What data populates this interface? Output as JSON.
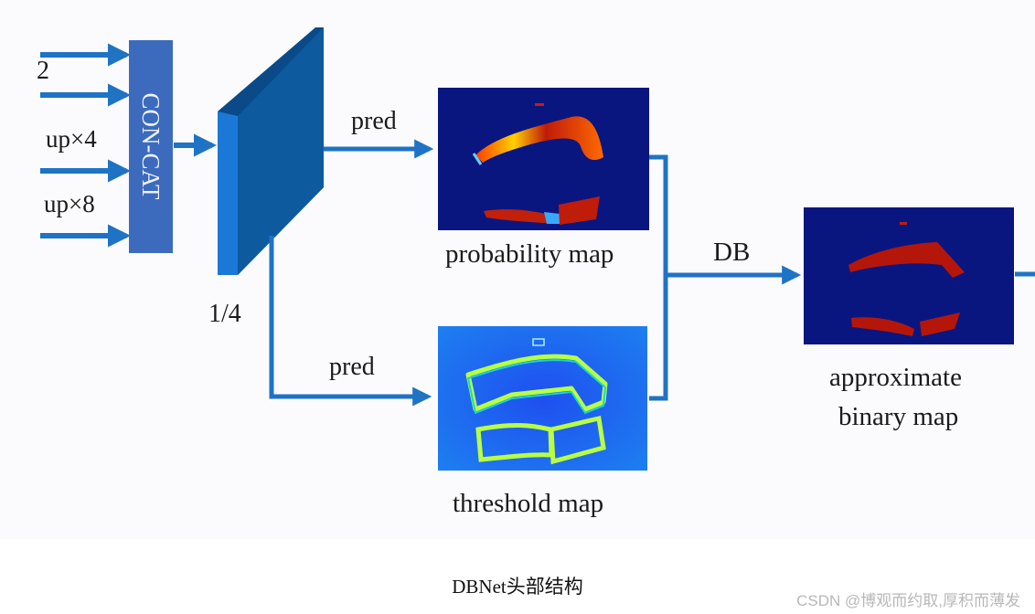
{
  "diagram": {
    "inputs": [
      {
        "label": "2"
      },
      {
        "label": ""
      },
      {
        "label": "up×4"
      },
      {
        "label": "up×8"
      }
    ],
    "concat_label": "CON-CAT",
    "feature_scale": "1/4",
    "branches": {
      "prob_pred": "pred",
      "thresh_pred": "pred"
    },
    "maps": {
      "probability": "probability map",
      "threshold": "threshold map",
      "binary_line1": "approximate",
      "binary_line2": "binary map"
    },
    "db_label": "DB"
  },
  "caption": "DBNet头部结构",
  "watermark": "CSDN @博观而约取,厚积而薄发",
  "colors": {
    "arrow": "#1f73c4",
    "concat_box": "#3c6bbd",
    "feature_block": "#0d5699",
    "map_background": "#0a1680",
    "heat_red": "#b5160a"
  }
}
